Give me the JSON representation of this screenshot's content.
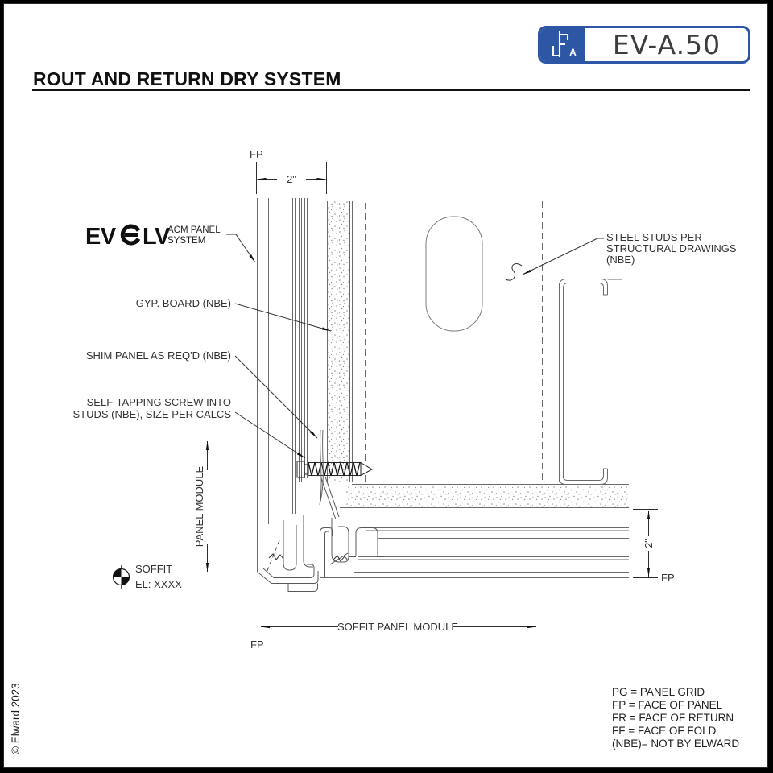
{
  "sheet": {
    "code": "EV-A.50",
    "icon_letter": "A"
  },
  "page": {
    "title": "ROUT AND RETURN DRY SYSTEM",
    "copyright": "© Elward 2023"
  },
  "logo": {
    "ev": "EV",
    "lv": "LV",
    "subtitle1": "ACM PANEL",
    "subtitle2": "SYSTEM"
  },
  "labels": {
    "gyp_board": "GYP. BOARD (NBE)",
    "shim_panel": "SHIM PANEL AS REQ'D (NBE)",
    "screw_line1": "SELF-TAPPING SCREW INTO",
    "screw_line2": "STUDS (NBE), SIZE PER CALCS",
    "steel_studs_line1": "STEEL STUDS PER",
    "steel_studs_line2": "STRUCTURAL DRAWINGS",
    "steel_studs_line3": "(NBE)"
  },
  "dims": {
    "fp": "FP",
    "two_inches": "2\"",
    "panel_module": "PANEL MODULE",
    "soffit_panel_module": "SOFFIT PANEL MODULE"
  },
  "datum": {
    "name": "SOFFIT",
    "elevation": "EL: XXXX"
  },
  "legend": {
    "items": [
      "PG = PANEL GRID",
      "FP = FACE OF PANEL",
      "FR = FACE OF RETURN",
      "FF = FACE OF FOLD",
      "(NBE)= NOT BY ELWARD"
    ]
  },
  "colors": {
    "accent_blue": "#2d56a5",
    "paper": "#ffffff",
    "frame": "#000000",
    "line_gray": "#666666",
    "text_dark": "#222222"
  }
}
